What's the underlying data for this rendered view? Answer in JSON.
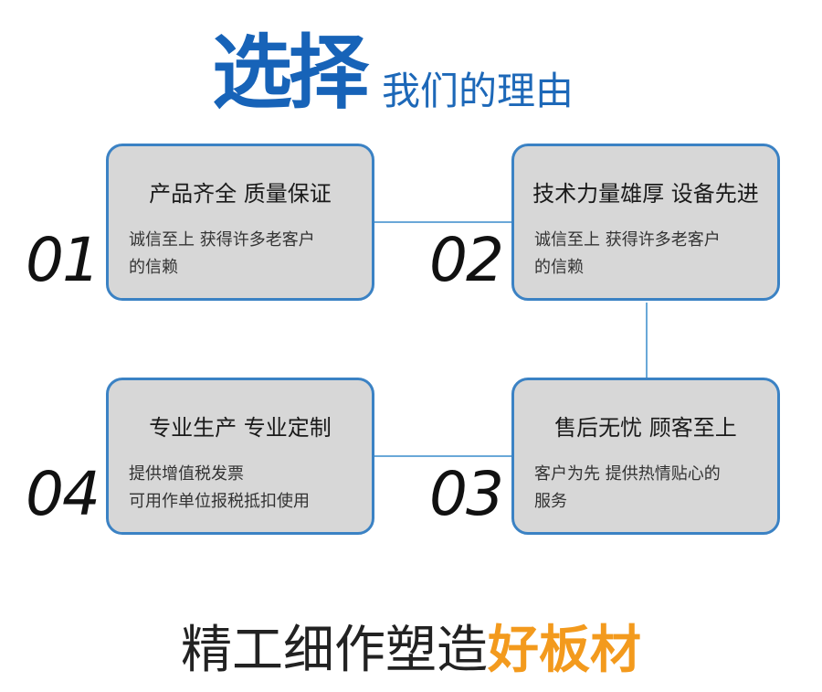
{
  "header": {
    "title_big": "选择",
    "title_small": "我们的理由"
  },
  "cards": [
    {
      "number": "01",
      "title": "产品齐全 质量保证",
      "desc_lines": [
        "诚信至上 获得许多老客户",
        "的信赖"
      ]
    },
    {
      "number": "02",
      "title": "技术力量雄厚 设备先进",
      "desc_lines": [
        "诚信至上 获得许多老客户",
        "的信赖"
      ]
    },
    {
      "number": "03",
      "title": "售后无忧 顾客至上",
      "desc_lines": [
        "客户为先 提供热情贴心的",
        "服务"
      ]
    },
    {
      "number": "04",
      "title": "专业生产 专业定制",
      "desc_lines": [
        "提供增值税发票",
        "可用作单位报税抵扣使用"
      ]
    }
  ],
  "footer": {
    "slogan_main": "精工细作塑造",
    "slogan_accent": "好板材"
  },
  "colors": {
    "title_blue": "#1763b8",
    "card_border": "#3b82c4",
    "card_fill": "#d7d7d7",
    "connector": "#6aa8d8",
    "accent_orange": "#f39a1d"
  }
}
